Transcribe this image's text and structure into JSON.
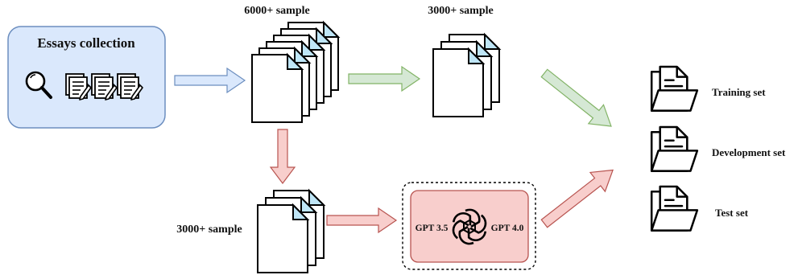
{
  "collection": {
    "title": "Essays collection",
    "fill": "#dae8fc",
    "stroke": "#6c8ebf"
  },
  "samples": {
    "top_left": "6000+ sample",
    "top_right": "3000+ sample",
    "bottom_left": "3000+ sample"
  },
  "gpt": {
    "left_label": "GPT 3.5",
    "right_label": "GPT 4.0",
    "fill": "#f8cecc",
    "stroke": "#b85450",
    "icon": "openai-logo-icon"
  },
  "sets": [
    {
      "label": "Training set",
      "icon": "folder-icon"
    },
    {
      "label": "Development set",
      "icon": "folder-icon"
    },
    {
      "label": "Test set",
      "icon": "folder-icon"
    }
  ],
  "arrow_colors": {
    "blue": "#dae8fc",
    "blue_stroke": "#6c8ebf",
    "green": "#d5e8d4",
    "green_stroke": "#82b366",
    "red": "#f8cecc",
    "red_stroke": "#b85450"
  }
}
